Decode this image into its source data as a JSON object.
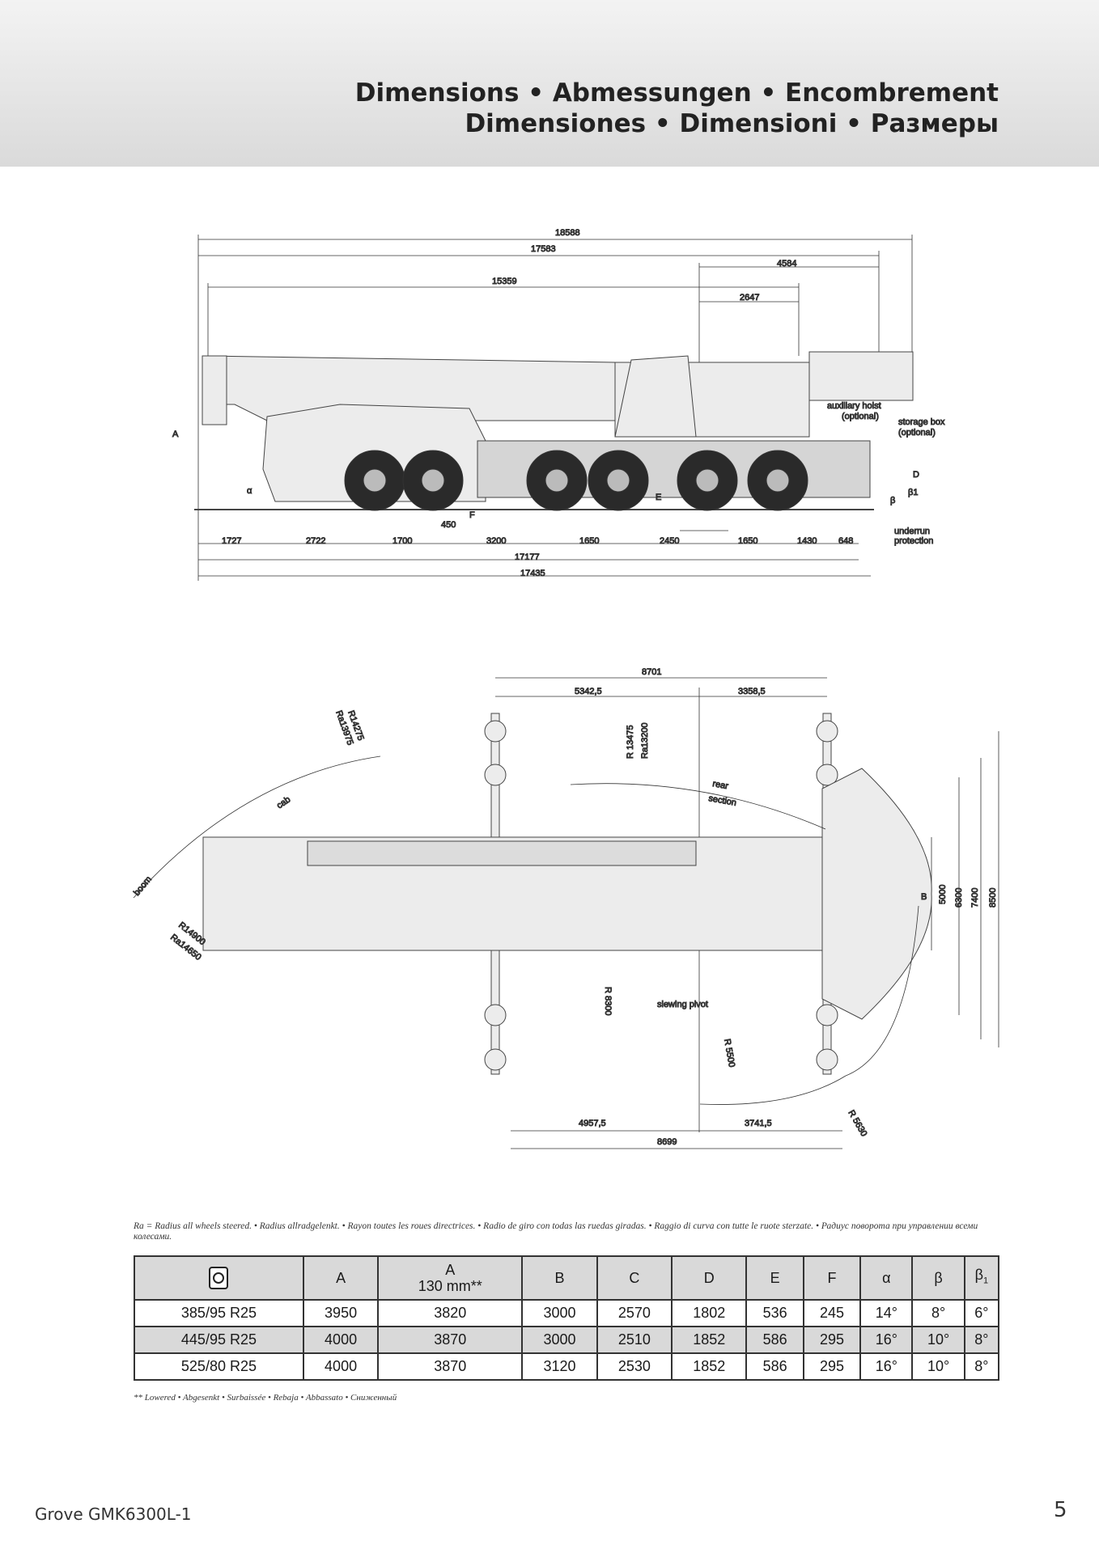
{
  "header": {
    "title_line1": "Dimensions • Abmessungen • Encombrement",
    "title_line2": "Dimensiones • Dimensioni • Размеры"
  },
  "side_view": {
    "top_dims": [
      "18588",
      "17583",
      "4584",
      "15359",
      "2647"
    ],
    "bottom_dims": [
      "1727",
      "2722",
      "1700",
      "3200",
      "1650",
      "2450",
      "1650",
      "1430",
      "648"
    ],
    "overall_dims": [
      "17177",
      "17435"
    ],
    "offset_dim": "450",
    "letters": {
      "A": "A",
      "D": "D",
      "E": "E",
      "F": "F",
      "alpha": "α",
      "beta": "β",
      "beta1": "β1"
    },
    "callouts": {
      "aux_hoist": "auxiliary hoist",
      "aux_opt": "(optional)",
      "storage": "storage box",
      "storage_opt": "(optional)",
      "underrun": "underrun",
      "protection": "protection"
    }
  },
  "top_view": {
    "top_dims": [
      "8701",
      "5342,5",
      "3358,5"
    ],
    "bottom_dims": [
      "4957,5",
      "3741,5",
      "8699"
    ],
    "right_dims": [
      "5000",
      "6300",
      "7400",
      "8500"
    ],
    "letter_B": "B",
    "radii": {
      "r1": "R14275",
      "r1a": "Ra13975",
      "r2": "R14900",
      "r2a": "Ra14650",
      "r3": "R 13475",
      "r3a": "Ra13200",
      "r4": "R 8300",
      "r5": "R 5500",
      "r6": "R 5630"
    },
    "labels": {
      "cab": "cab",
      "boom": "boom",
      "rear": "rear",
      "section": "section",
      "slewing": "slewing pivot"
    }
  },
  "note": "Ra = Radius all wheels steered. • Radius allradgelenkt. • Rayon toutes les roues directrices. • Radio de giro con todas las ruedas giradas. • Raggio di curva con tutte le ruote sterzate. • Радиус поворота при управлении всеми колесами.",
  "table": {
    "headers": [
      "A",
      "A",
      "130 mm**",
      "B",
      "C",
      "D",
      "E",
      "F",
      "α",
      "β",
      "β",
      "1"
    ],
    "rows": [
      [
        "385/95 R25",
        "3950",
        "3820",
        "3000",
        "2570",
        "1802",
        "536",
        "245",
        "14°",
        "8°",
        "6°"
      ],
      [
        "445/95 R25",
        "4000",
        "3870",
        "3000",
        "2510",
        "1852",
        "586",
        "295",
        "16°",
        "10°",
        "8°"
      ],
      [
        "525/80 R25",
        "4000",
        "3870",
        "3120",
        "2530",
        "1852",
        "586",
        "295",
        "16°",
        "10°",
        "8°"
      ]
    ]
  },
  "lowered_note": "** Lowered • Abgesenkt • Surbaissée • Rebaja • Abbassato • Сниженный",
  "footer": {
    "model": "Grove GMK6300L-1",
    "page": "5"
  }
}
